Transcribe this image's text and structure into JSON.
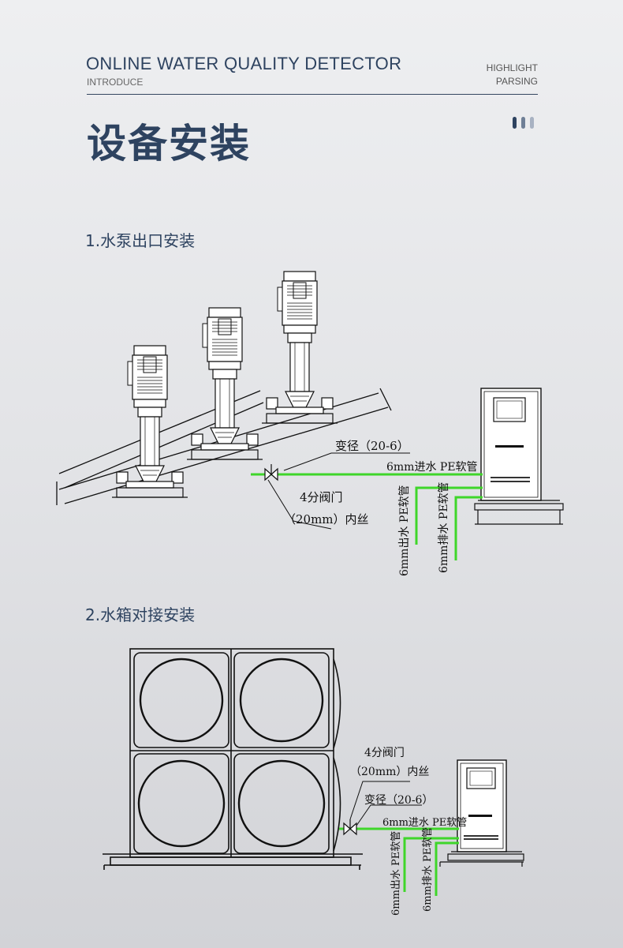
{
  "header": {
    "title": "ONLINE WATER QUALITY DETECTOR",
    "subtitle": "INTRODUCE",
    "right_line1": "HIGHLIGHT",
    "right_line2": "PARSING",
    "bar_colors": [
      "#2e4360",
      "#6f7f96",
      "#a8b2c2"
    ]
  },
  "main_title": "设备安装",
  "section1": {
    "heading": "1.水泵出口安装",
    "reducer": "变径（20-6）",
    "inlet": "6mm进水 PE软管",
    "valve_line1": "4分阀门",
    "valve_line2": "（20mm）内丝",
    "outlet": "6mm出水 PE软管",
    "drain": "6mm排水 PE软管"
  },
  "section2": {
    "heading": "2.水箱对接安装",
    "valve_line1": "4分阀门",
    "valve_line2": "（20mm）内丝",
    "reducer": "变径（20-6）",
    "inlet": "6mm进水 PE软管",
    "outlet": "6mm出水 PE软管",
    "drain": "6mm排水 PE软管"
  },
  "colors": {
    "pipe_green": "#3fd62a"
  }
}
